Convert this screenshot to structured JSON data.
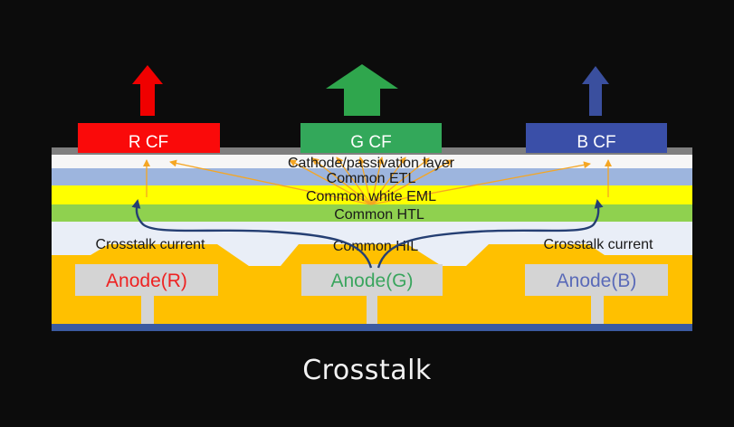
{
  "caption": "Crosstalk",
  "filters": [
    {
      "label": "R CF",
      "color": "#fa0a0a",
      "arrow_color": "#f00000"
    },
    {
      "label": "G CF",
      "color": "#33a85a",
      "arrow_color": "#2fa64d"
    },
    {
      "label": "B CF",
      "color": "#3a4fa8",
      "arrow_color": "#3a4f9e"
    }
  ],
  "layers": {
    "cathode": "Cathode/passivation layer",
    "etl": "Common ETL",
    "eml": "Common white EML",
    "htl": "Common HTL",
    "hil": "Common HIL"
  },
  "anodes": [
    {
      "label": "Anode(R)",
      "color": "#ee2222"
    },
    {
      "label": "Anode(G)",
      "color": "#3aa55e"
    },
    {
      "label": "Anode(B)",
      "color": "#5a6ab8"
    }
  ],
  "crosstalk_labels": [
    "Crosstalk current",
    "Crosstalk current"
  ],
  "colors": {
    "background": "#0c0c0c",
    "cathode": "#f6f6f6",
    "etl": "#9db5de",
    "eml": "#ffff00",
    "htl": "#8fd14f",
    "hil": "#e9eef7",
    "anode_bank": "#ffc000",
    "anode_pad": "#d4d4d4",
    "substrate": "#3b5aa0",
    "emission_arrows": "#f5a623",
    "current_arrows": "#253f73"
  }
}
